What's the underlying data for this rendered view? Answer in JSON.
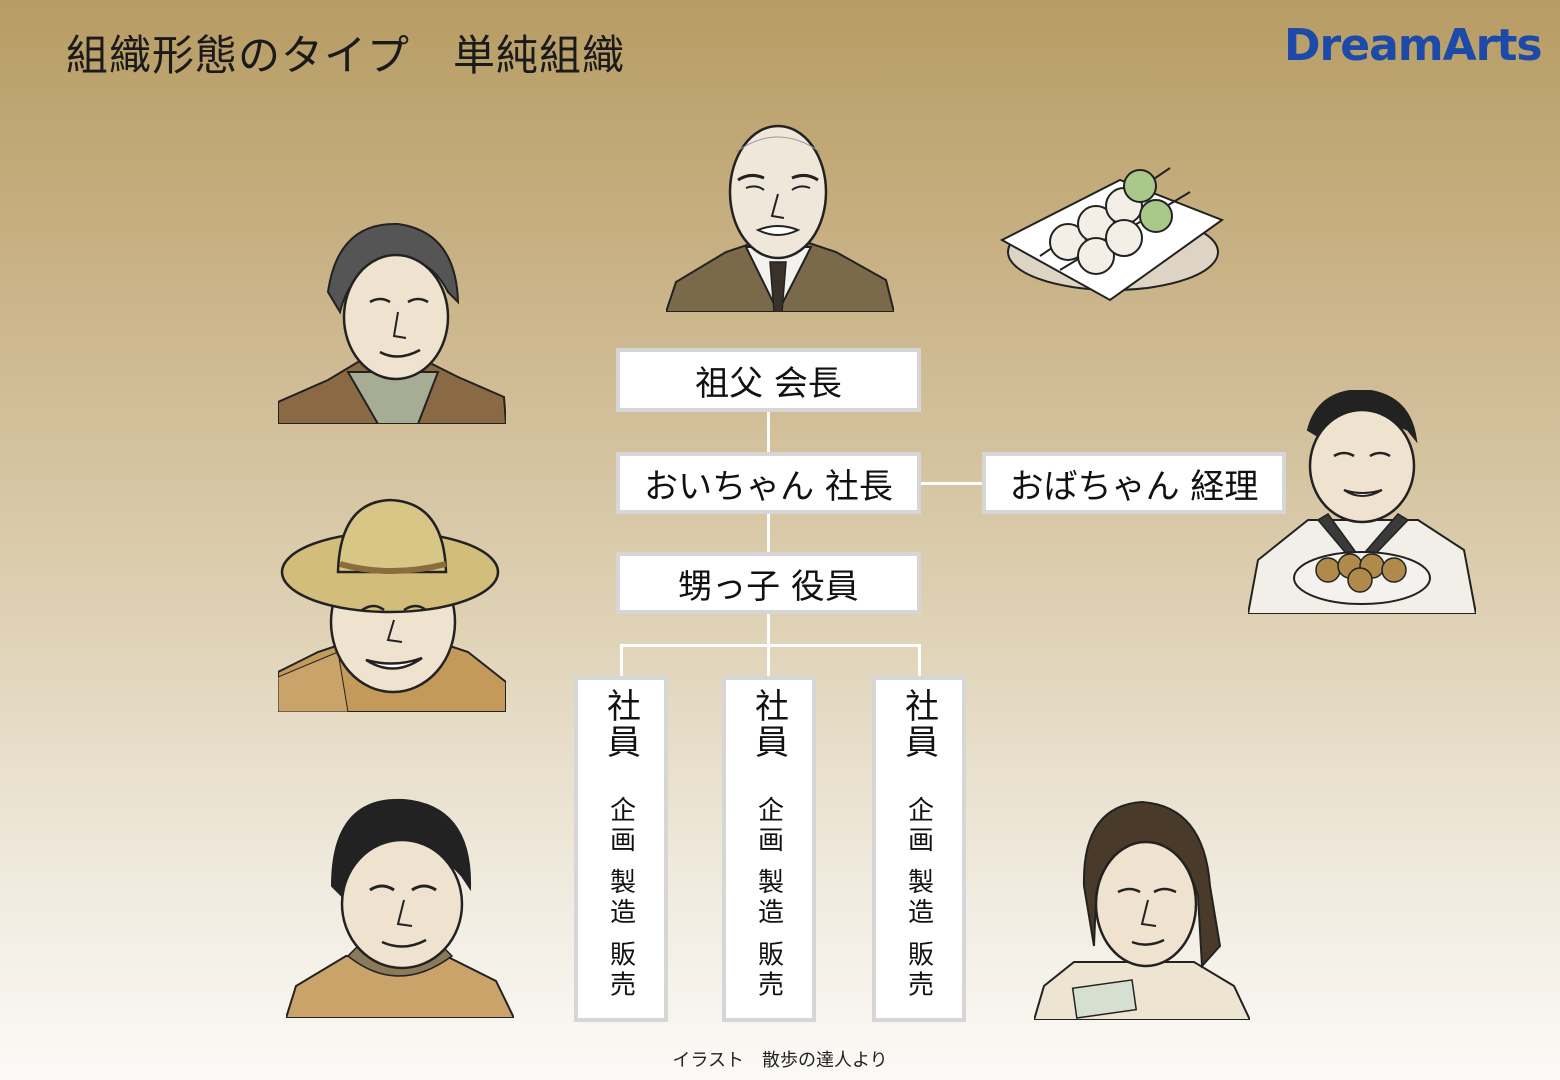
{
  "title": "組織形態のタイプ　単純組織",
  "logo": "DreamArts",
  "chart": {
    "chairman": "祖父 会長",
    "president": "おいちゃん 社長",
    "accountant": "おばちゃん 経理",
    "director": "甥っ子 役員",
    "employees": [
      {
        "label": "社員",
        "duties": "企画 製造 販売"
      },
      {
        "label": "社員",
        "duties": "企画 製造 販売"
      },
      {
        "label": "社員",
        "duties": "企画 製造 販売"
      }
    ]
  },
  "caption": "イラスト　散歩の達人より",
  "colors": {
    "logo": "#1d4aa8",
    "box_border": "#d6d6d6",
    "connector": "#ffffff"
  }
}
